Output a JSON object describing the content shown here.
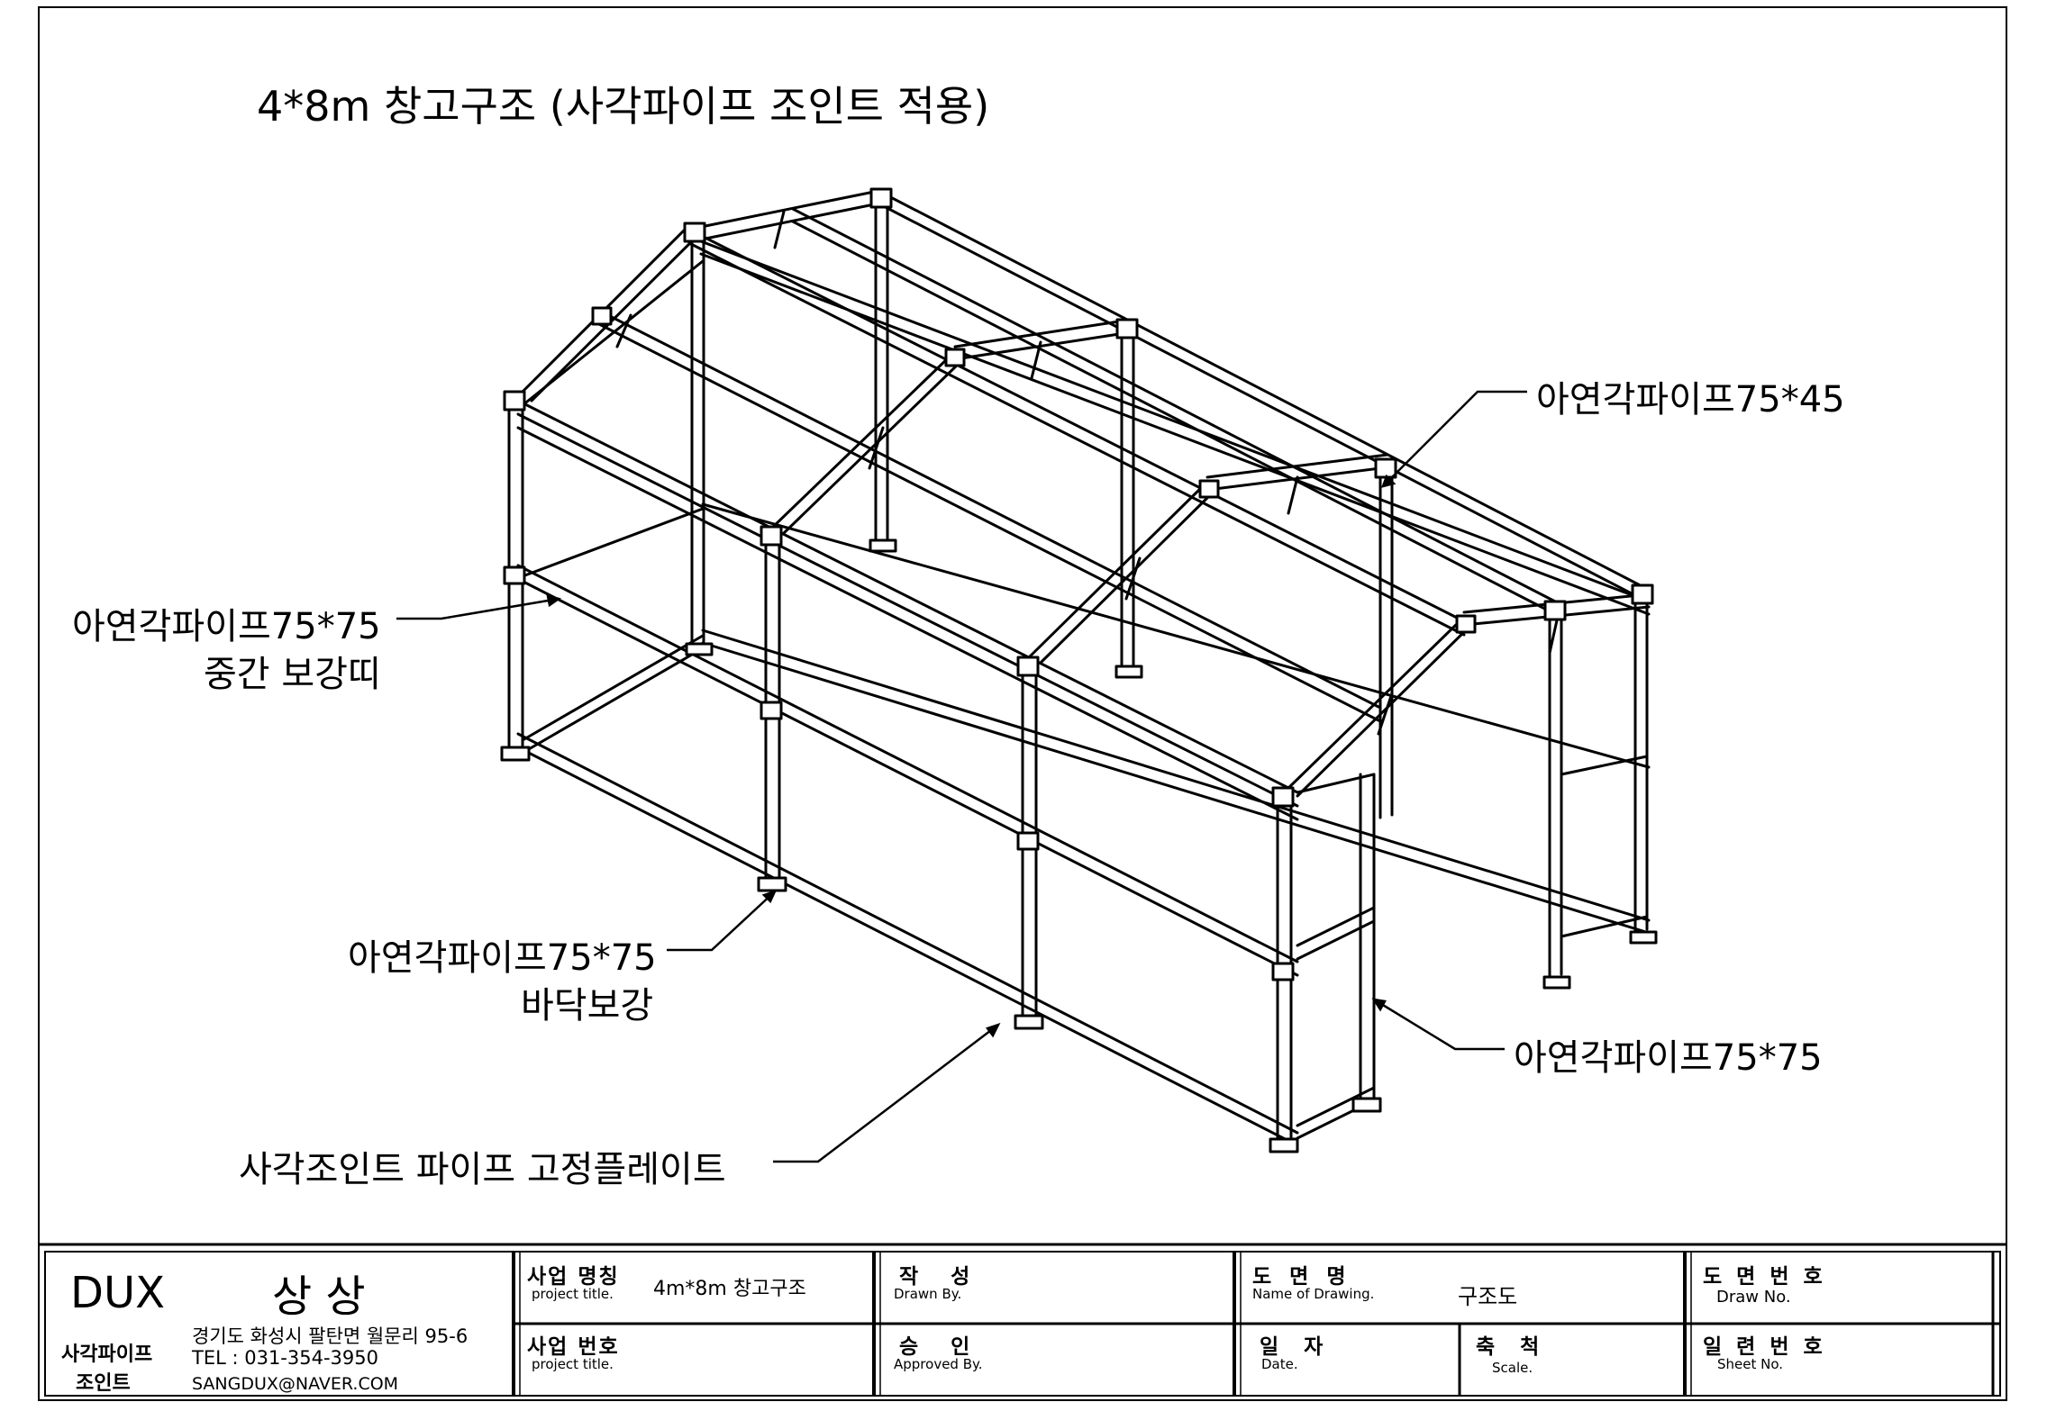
{
  "drawing": {
    "title": "4*8m 창고구조 (사각파이프 조인트 적용)",
    "callouts": {
      "roof_pipe": "아연각파이프75*45",
      "mid_reinforce_line1": "아연각파이프75*75",
      "mid_reinforce_line2": "중간 보강띠",
      "floor_reinforce_line1": "아연각파이프75*75",
      "floor_reinforce_line2": "바닥보강",
      "column_pipe": "아연각파이프75*75",
      "fixing_plate": "사각조인트 파이프 고정플레이트"
    }
  },
  "title_block": {
    "company_logo": "DUX",
    "company_name": "상 상",
    "company_product_line1": "사각파이프",
    "company_product_line2": "조인트",
    "address": "경기도 화성시 팔탄면 월문리 95-6",
    "tel": "TEL : 031-354-3950",
    "email": "SANGDUX@NAVER.COM",
    "project_name_label": "사업 명칭",
    "project_name_sub": "project title.",
    "project_name_value": "4m*8m 창고구조",
    "project_no_label": "사업 번호",
    "project_no_sub": "project title.",
    "drawn_label": "작 성",
    "drawn_sub": "Drawn By.",
    "approved_label": "승 인",
    "approved_sub": "Approved By.",
    "drawing_name_label": "도 면 명",
    "drawing_name_sub": "Name of Drawing.",
    "drawing_name_value": "구조도",
    "date_label": "일 자",
    "date_sub": "Date.",
    "scale_label": "축 척",
    "scale_sub": "Scale.",
    "drawing_no_label": "도 면 번 호",
    "drawing_no_sub": "Draw No.",
    "sheet_no_label": "일 련 번 호",
    "sheet_no_sub": "Sheet No."
  }
}
